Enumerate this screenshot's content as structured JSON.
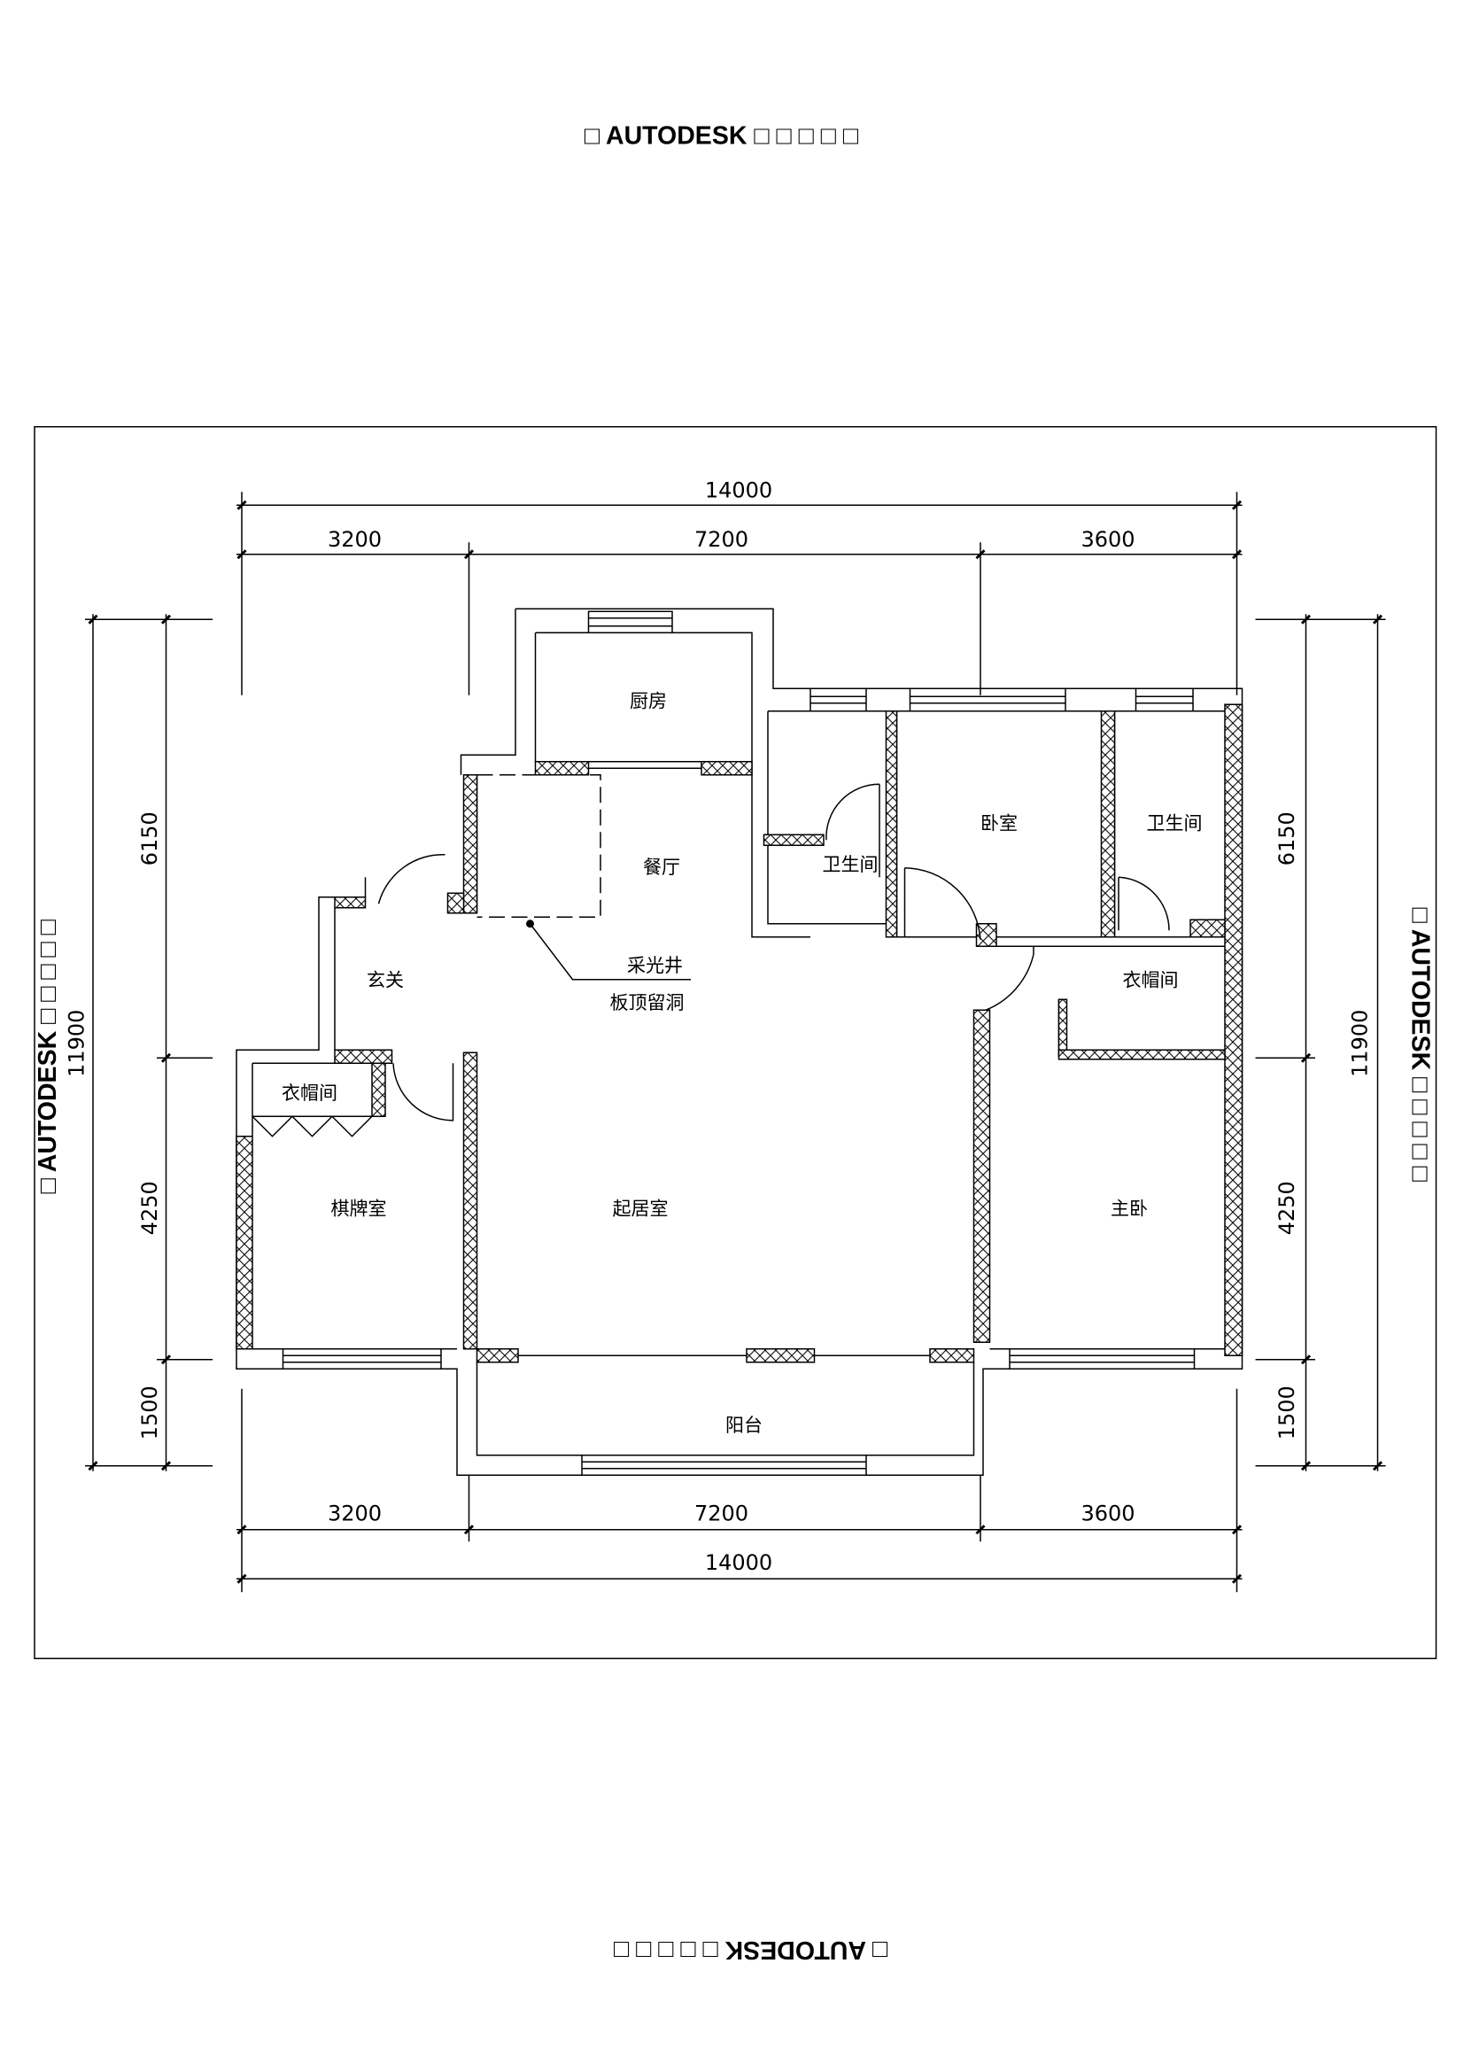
{
  "watermark": {
    "top": "□ AUTODESK □ □ □ □ □",
    "bottom": "□ AUTODESK □ □ □ □ □",
    "left": "□ AUTODESK □ □ □ □ □",
    "right": "□ AUTODESK □ □ □ □ □"
  },
  "dimensions": {
    "top_total": "14000",
    "top_segments": [
      "3200",
      "7200",
      "3600"
    ],
    "bottom_total": "14000",
    "bottom_segments": [
      "3200",
      "7200",
      "3600"
    ],
    "left_total": "11900",
    "left_segments": [
      "6150",
      "4250",
      "1500"
    ],
    "right_total": "11900",
    "right_segments": [
      "6150",
      "4250",
      "1500"
    ]
  },
  "rooms": {
    "kitchen": "厨房",
    "dining": "餐厅",
    "bath_1": "卫生间",
    "bedroom": "卧室",
    "bath_2": "卫生间",
    "closet_right": "衣帽间",
    "foyer": "玄关",
    "closet_left": "衣帽间",
    "card_room": "棋牌室",
    "living_room": "起居室",
    "master_bedroom": "主卧",
    "balcony": "阳台"
  },
  "annotation": {
    "line1": "采光井",
    "line2": "板顶留洞"
  }
}
